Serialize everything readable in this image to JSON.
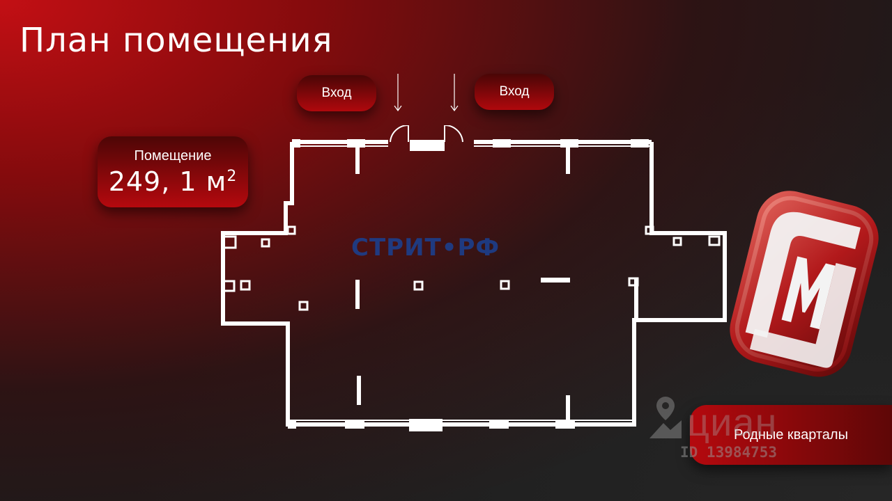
{
  "title": "План помещения",
  "entrances": {
    "left_label": "Вход",
    "right_label": "Вход"
  },
  "area": {
    "label": "Помещение",
    "value": "249, 1 м",
    "unit_sup": "2"
  },
  "watermark": "СТРИТ•РФ",
  "quarter_label": "Родные кварталы",
  "cian": {
    "brand": "циан",
    "id_text": "ID 13984753"
  },
  "logo": {
    "letter": "M",
    "icon": "m-letter-logo"
  },
  "colors": {
    "accent": "#b5090e",
    "background": "#1d1b1b",
    "text": "#ffffff",
    "watermark": "#1c3f8c"
  }
}
